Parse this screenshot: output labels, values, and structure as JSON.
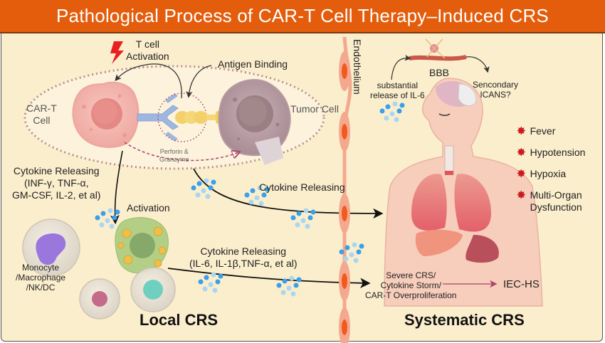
{
  "title": "Pathological Process of CAR-T Cell Therapy–Induced CRS",
  "colors": {
    "title_bg": "#e35d0c",
    "panel_bg": "#fbeecd",
    "cytokine_dark": "#3aa0ea",
    "cytokine_light": "#a9d6f2",
    "symptom_star": "#d4161c",
    "iec_arrow": "#a8446e",
    "endothelium": "#f4a98e",
    "endothelium_nucleus": "#f05a1e"
  },
  "labels": {
    "t_cell_activation_line1": "T cell",
    "t_cell_activation_line2": "Activation",
    "antigen_binding": "Antigen Binding",
    "car_t_cell_line1": "CAR-T",
    "car_t_cell_line2": "Cell",
    "tumor_cell": "Tumor Cell",
    "perforin_line1": "Perforin &",
    "perforin_line2": "Granzyme",
    "cytokine_local_line1": "Cytokine Releasing",
    "cytokine_local_line2": "(INF-γ, TNF-α,",
    "cytokine_local_line3": "GM-CSF, IL-2, et al)",
    "activation": "Activation",
    "immune_cells_line1": "Monocyte",
    "immune_cells_line2": "/Macrophage",
    "immune_cells_line3": "/NK/DC",
    "cytokine_systemic": "Cytokine Releasing",
    "cytokine_secondary_line1": "Cytokine Releasing",
    "cytokine_secondary_line2": "(IL-6, IL-1β,TNF-α, et al)",
    "endothelium": "Endothelium",
    "il6_line1": "substantial",
    "il6_line2": "release of IL-6",
    "bbb": "BBB",
    "icans_line1": "Sencondary",
    "icans_line2": "ICANS?",
    "severe_line1": "Severe CRS/",
    "severe_line2": "Cytokine Storm/",
    "severe_line3": "CAR-T Overproliferation",
    "iec_hs": "IEC-HS",
    "local_crs": "Local CRS",
    "systematic_crs": "Systematic CRS"
  },
  "symptoms": [
    {
      "icon": "red-star-icon",
      "label": "Fever"
    },
    {
      "icon": "red-star-icon",
      "label": "Hypotension"
    },
    {
      "icon": "red-star-icon",
      "label": "Hypoxia"
    },
    {
      "icon": "red-star-icon",
      "label": "Multi-Organ",
      "label2": "Dysfunction"
    }
  ]
}
